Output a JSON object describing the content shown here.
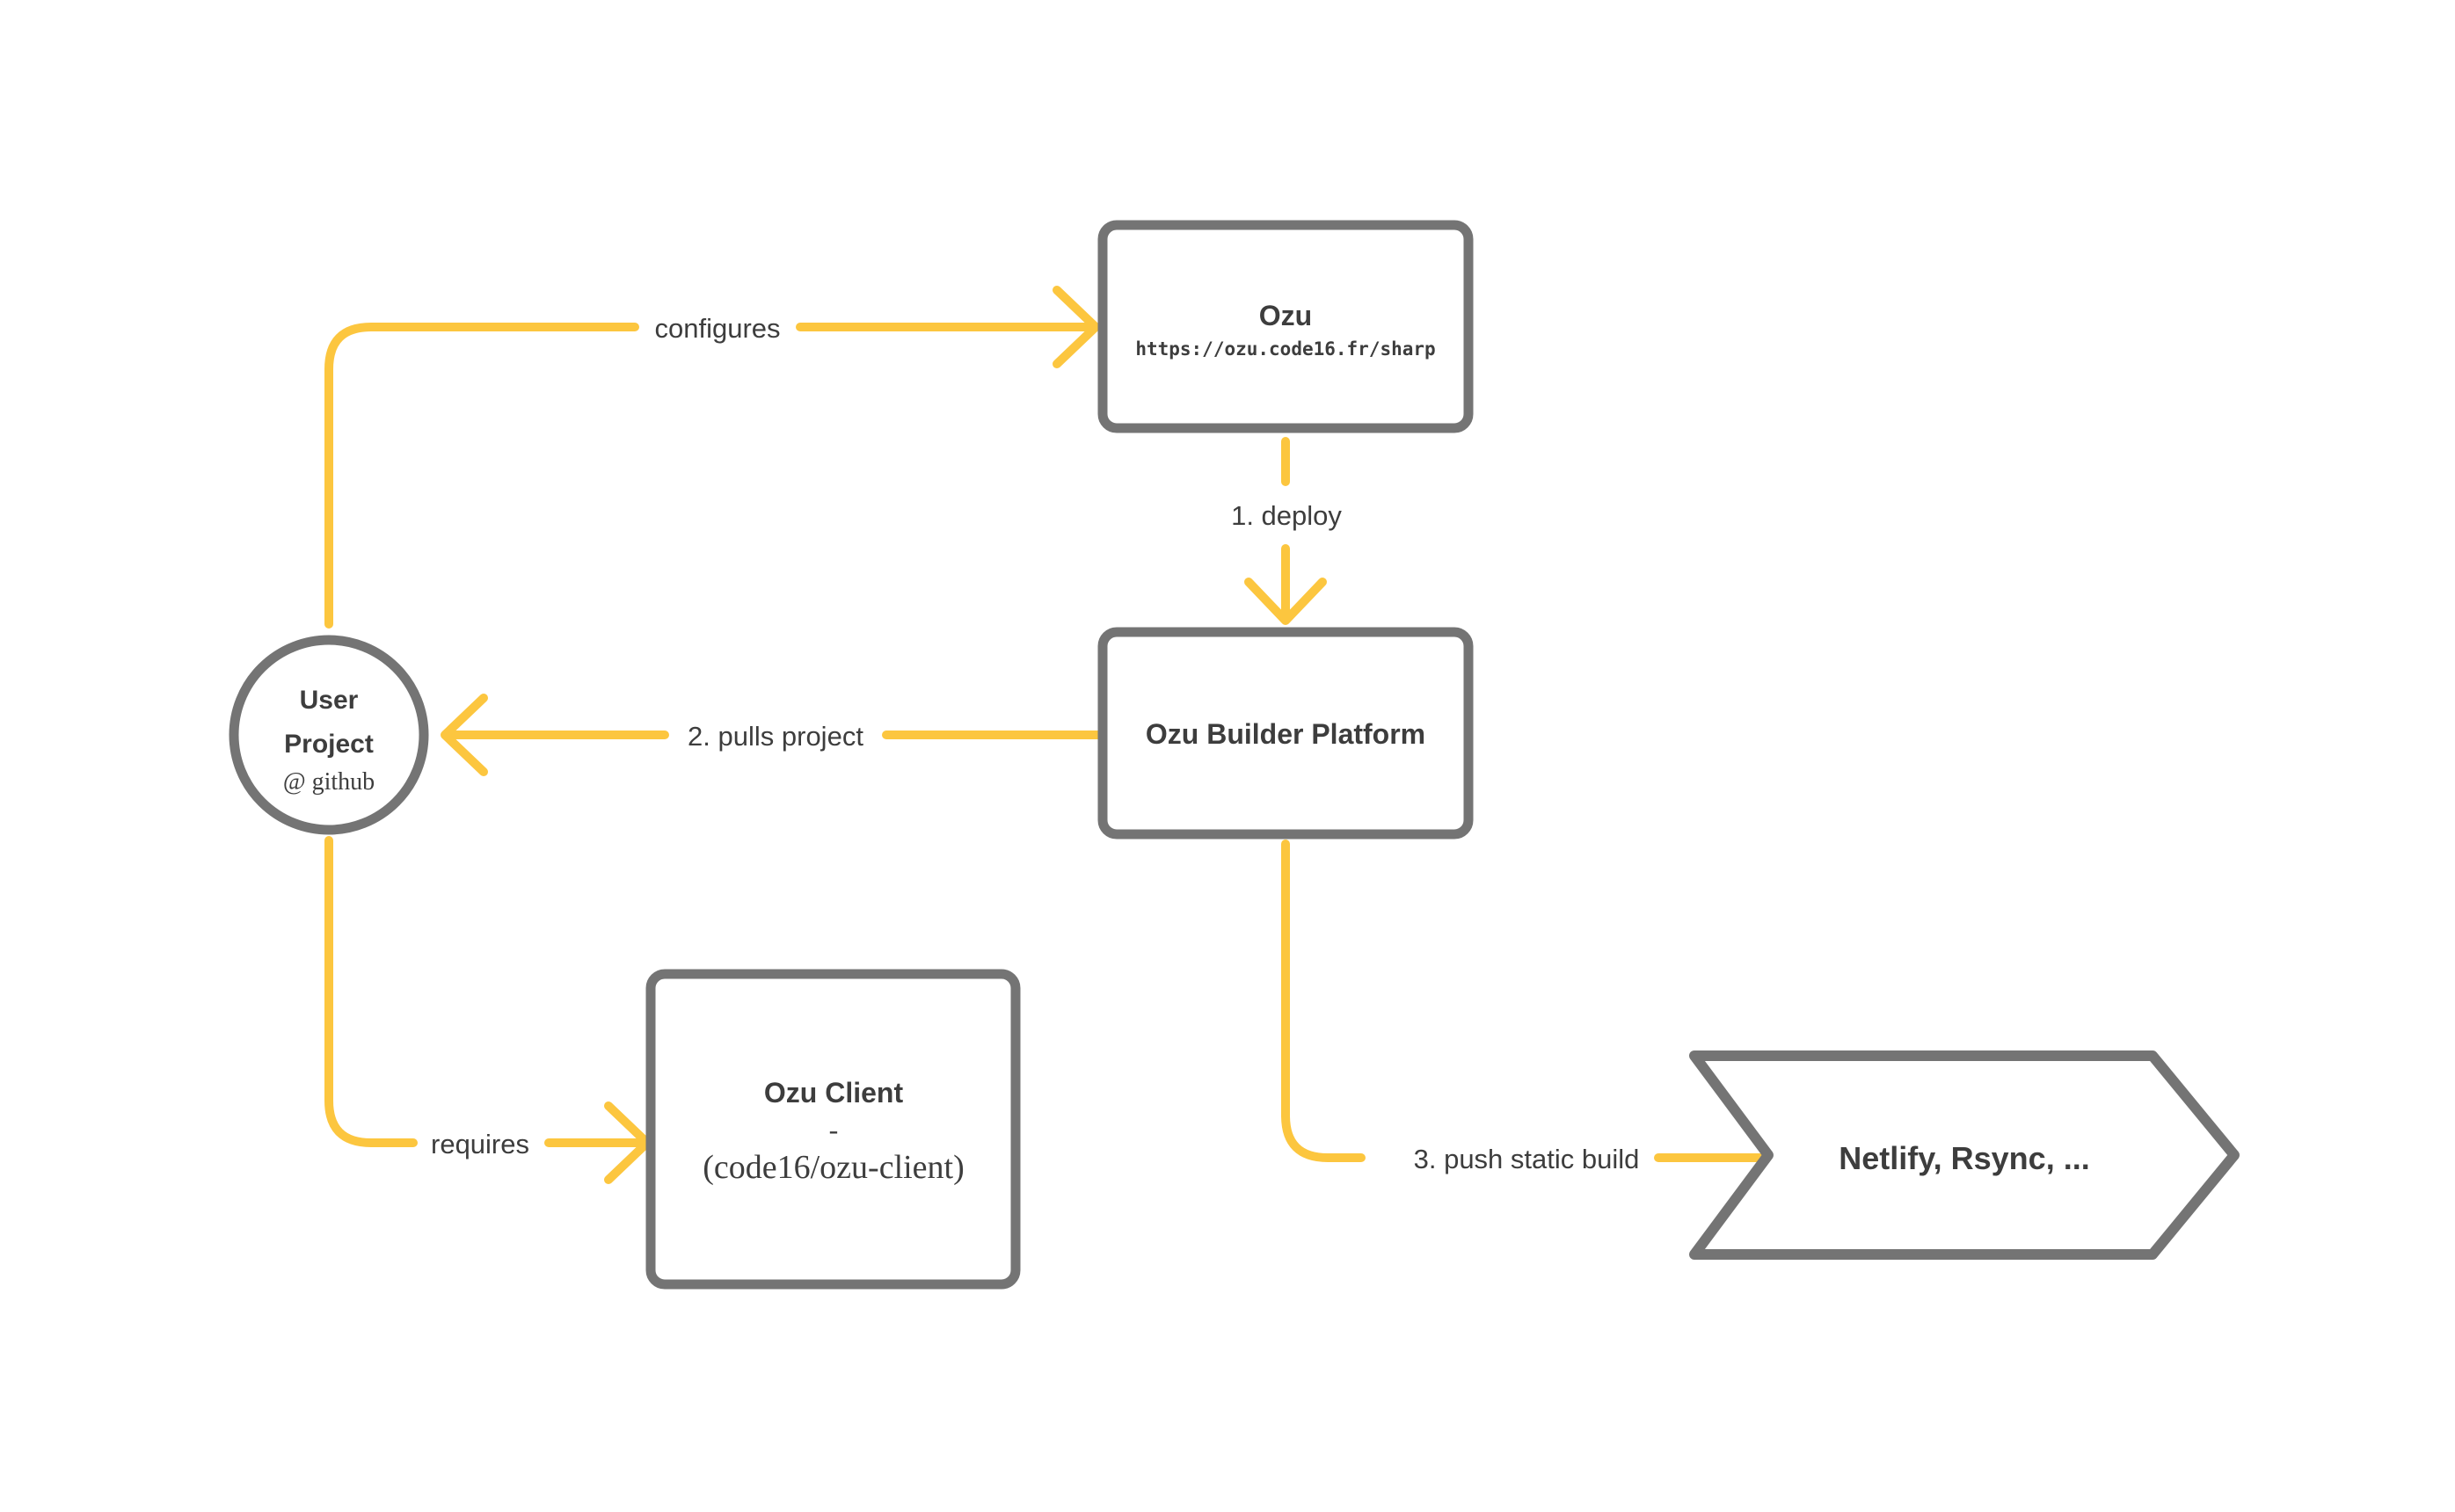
{
  "diagram": {
    "nodes": {
      "user_project": {
        "line1": "User",
        "line2": "Project",
        "line3": "@ github"
      },
      "ozu": {
        "title": "Ozu",
        "subtitle": "https://ozu.code16.fr/sharp"
      },
      "builder": {
        "title": "Ozu Builder Platform"
      },
      "client": {
        "title": "Ozu Client",
        "separator": "-",
        "subtitle": "(code16/ozu-client)"
      },
      "targets": {
        "title": "Netlify, Rsync, ..."
      }
    },
    "edges": {
      "configures": {
        "label": "configures"
      },
      "deploy": {
        "label": "1. deploy"
      },
      "pulls": {
        "label": "2. pulls project"
      },
      "requires": {
        "label": "requires"
      },
      "push": {
        "label": "3. push static build"
      }
    },
    "colors": {
      "arrow": "#FCC63F",
      "stroke": "#747474",
      "text": "#3D3D3D",
      "background": "#FFFFFF"
    }
  }
}
